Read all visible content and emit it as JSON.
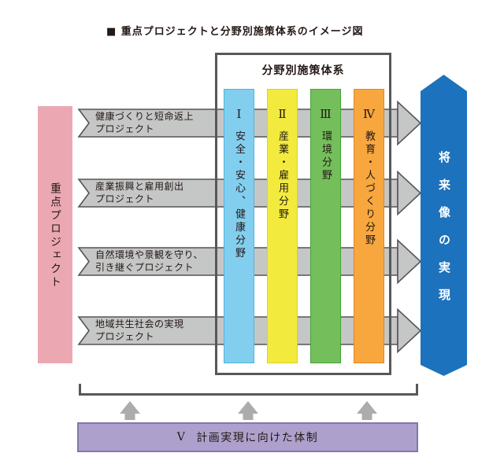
{
  "title": "■ 重点プロジェクトと分野別施策体系のイメージ図",
  "left_column": {
    "label": "重点プロジェクト",
    "color": "#EBA8B3"
  },
  "projects": [
    {
      "line1": "健康づくりと短命返上",
      "line2": "プロジェクト"
    },
    {
      "line1": "産業振興と雇用創出",
      "line2": "プロジェクト"
    },
    {
      "line1": "自然環境や景観を守り、",
      "line2": "引き継ぐプロジェクト"
    },
    {
      "line1": "地域共生社会の実現",
      "line2": "プロジェクト"
    }
  ],
  "policy_box": {
    "header": "分野別施策体系",
    "fields": [
      {
        "numeral": "Ⅰ",
        "label": "安全・安心、健康分野",
        "color": "#82CEEF"
      },
      {
        "numeral": "Ⅱ",
        "label": "産業・雇用分野",
        "color": "#F2EB3E"
      },
      {
        "numeral": "Ⅲ",
        "label": "環境分野",
        "color": "#74BF5B"
      },
      {
        "numeral": "Ⅳ",
        "label": "教育・人づくり分野",
        "color": "#F7A73E"
      }
    ]
  },
  "future": {
    "label": "将来像の実現",
    "color": "#1C72BC"
  },
  "foundation": {
    "numeral": "Ⅴ",
    "label": "計画実現に向けた体制",
    "color": "#AEA0CC"
  },
  "colors": {
    "arrow_fill": "#C5C6C6",
    "arrow_border": "#565454",
    "box_border": "#595757",
    "bracket": "#595757",
    "up_arrow": "#ACACAC",
    "text": "#231815"
  }
}
